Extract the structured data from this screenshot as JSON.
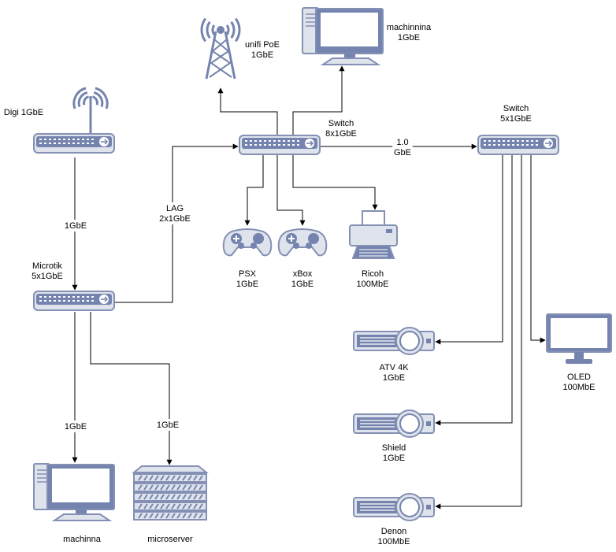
{
  "diagram": {
    "colors": {
      "line": "#000000",
      "device_fill": "#dfe3ec",
      "device_stroke": "#8490b4",
      "icon": "#7584ae",
      "icon_light": "#c3c9dd",
      "dots": "#ffffff"
    },
    "nodes": {
      "digi": {
        "icon": "router-icon",
        "label": [
          "Digi 1GbE"
        ]
      },
      "microtik": {
        "icon": "switch-icon",
        "label": [
          "Microtik",
          "5x1GbE"
        ]
      },
      "main_switch": {
        "icon": "switch-icon",
        "label": [
          "Switch",
          "8x1GbE"
        ]
      },
      "right_switch": {
        "icon": "switch-icon",
        "label": [
          "Switch",
          "5x1GbE"
        ]
      },
      "unifi": {
        "icon": "antenna-tower-icon",
        "label": [
          "unifi PoE",
          "1GbE"
        ]
      },
      "machinnina": {
        "icon": "desktop-pc-icon",
        "label": [
          "machinnina",
          "1GbE"
        ]
      },
      "psx": {
        "icon": "gamepad-icon",
        "label": [
          "PSX",
          "1GbE"
        ]
      },
      "xbox": {
        "icon": "gamepad-icon",
        "label": [
          "xBox",
          "1GbE"
        ]
      },
      "ricoh": {
        "icon": "printer-icon",
        "label": [
          "Ricoh",
          "100MbE"
        ]
      },
      "atv4k": {
        "icon": "projector-icon",
        "label": [
          "ATV 4K",
          "1GbE"
        ]
      },
      "shield": {
        "icon": "projector-icon",
        "label": [
          "Shield",
          "1GbE"
        ]
      },
      "denon": {
        "icon": "projector-icon",
        "label": [
          "Denon",
          "100MbE"
        ]
      },
      "oled": {
        "icon": "monitor-icon",
        "label": [
          "OLED",
          "100MbE"
        ]
      },
      "machinna": {
        "icon": "desktop-pc-icon",
        "label": [
          "machinna"
        ]
      },
      "microserver": {
        "icon": "server-rack-icon",
        "label": [
          "microserver"
        ]
      }
    },
    "edges": {
      "digi_microtik": {
        "label": [
          "1GbE"
        ]
      },
      "microtik_switch": {
        "label": [
          "LAG",
          "2x1GbE"
        ]
      },
      "switch_switch": {
        "label": [
          "1.0",
          "GbE"
        ]
      },
      "microtik_machinna": {
        "label": [
          "1GbE"
        ]
      },
      "microtik_microserver": {
        "label": [
          "1GbE"
        ]
      }
    }
  }
}
